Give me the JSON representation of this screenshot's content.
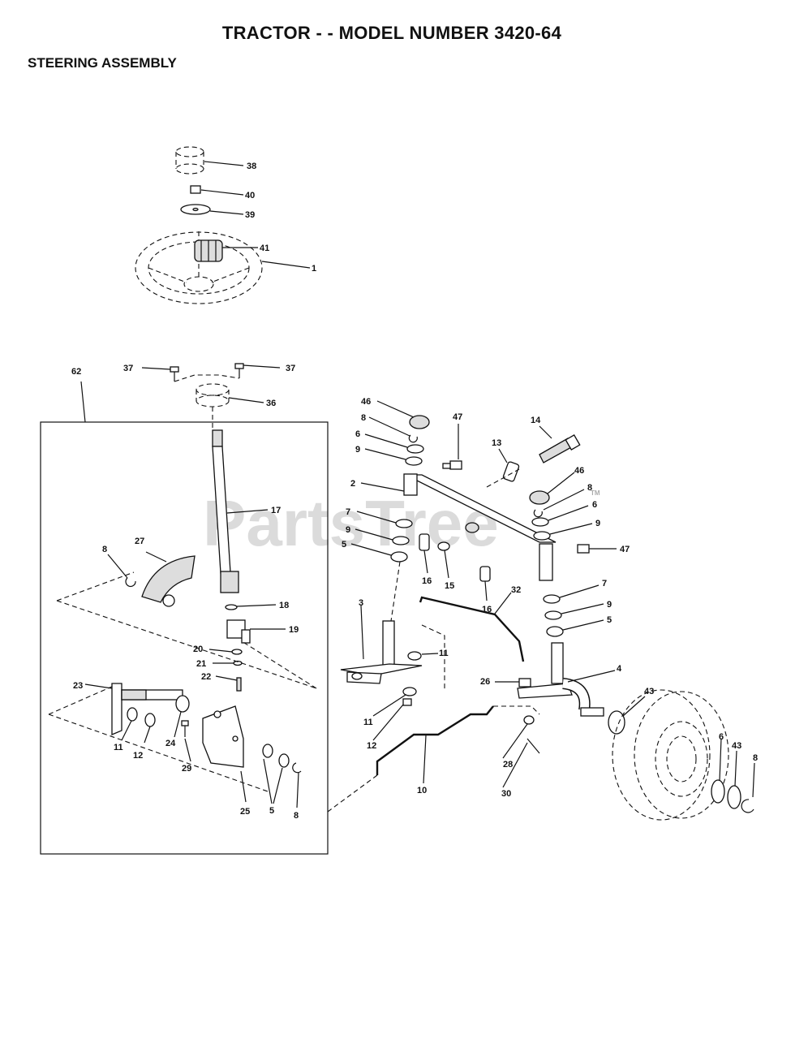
{
  "title": "TRACTOR - - MODEL NUMBER 3420-64",
  "subtitle": "STEERING ASSEMBLY",
  "watermark": "PartsTree",
  "watermark_tm": "TM",
  "callouts": [
    {
      "id": "c38",
      "text": "38"
    },
    {
      "id": "c40",
      "text": "40"
    },
    {
      "id": "c39",
      "text": "39"
    },
    {
      "id": "c1",
      "text": "1"
    },
    {
      "id": "c41",
      "text": "41"
    },
    {
      "id": "c37a",
      "text": "37"
    },
    {
      "id": "c37b",
      "text": "37"
    },
    {
      "id": "c62",
      "text": "62"
    },
    {
      "id": "c36",
      "text": "36"
    },
    {
      "id": "c17",
      "text": "17"
    },
    {
      "id": "c27",
      "text": "27"
    },
    {
      "id": "c8a",
      "text": "8"
    },
    {
      "id": "c18",
      "text": "18"
    },
    {
      "id": "c19",
      "text": "19"
    },
    {
      "id": "c20",
      "text": "20"
    },
    {
      "id": "c21",
      "text": "21"
    },
    {
      "id": "c22",
      "text": "22"
    },
    {
      "id": "c23",
      "text": "23"
    },
    {
      "id": "c11a",
      "text": "11"
    },
    {
      "id": "c12a",
      "text": "12"
    },
    {
      "id": "c24",
      "text": "24"
    },
    {
      "id": "c29",
      "text": "29"
    },
    {
      "id": "c25",
      "text": "25"
    },
    {
      "id": "c5a",
      "text": "5"
    },
    {
      "id": "c8b",
      "text": "8"
    },
    {
      "id": "c46a",
      "text": "46"
    },
    {
      "id": "c8c",
      "text": "8"
    },
    {
      "id": "c6a",
      "text": "6"
    },
    {
      "id": "c9a",
      "text": "9"
    },
    {
      "id": "c47a",
      "text": "47"
    },
    {
      "id": "c2",
      "text": "2"
    },
    {
      "id": "c7a",
      "text": "7"
    },
    {
      "id": "c9b",
      "text": "9"
    },
    {
      "id": "c5b",
      "text": "5"
    },
    {
      "id": "c16a",
      "text": "16"
    },
    {
      "id": "c15",
      "text": "15"
    },
    {
      "id": "c16b",
      "text": "16"
    },
    {
      "id": "c13",
      "text": "13"
    },
    {
      "id": "c14",
      "text": "14"
    },
    {
      "id": "c46b",
      "text": "46"
    },
    {
      "id": "c8d",
      "text": "8"
    },
    {
      "id": "c6b",
      "text": "6"
    },
    {
      "id": "c9c",
      "text": "9"
    },
    {
      "id": "c47b",
      "text": "47"
    },
    {
      "id": "c7b",
      "text": "7"
    },
    {
      "id": "c9d",
      "text": "9"
    },
    {
      "id": "c5c",
      "text": "5"
    },
    {
      "id": "c3",
      "text": "3"
    },
    {
      "id": "c32",
      "text": "32"
    },
    {
      "id": "c11b",
      "text": "11"
    },
    {
      "id": "c11c",
      "text": "11"
    },
    {
      "id": "c12b",
      "text": "12"
    },
    {
      "id": "c26",
      "text": "26"
    },
    {
      "id": "c4",
      "text": "4"
    },
    {
      "id": "c43a",
      "text": "43"
    },
    {
      "id": "c28",
      "text": "28"
    },
    {
      "id": "c10",
      "text": "10"
    },
    {
      "id": "c30",
      "text": "30"
    },
    {
      "id": "c6c",
      "text": "6"
    },
    {
      "id": "c43b",
      "text": "43"
    },
    {
      "id": "c8e",
      "text": "8"
    }
  ]
}
